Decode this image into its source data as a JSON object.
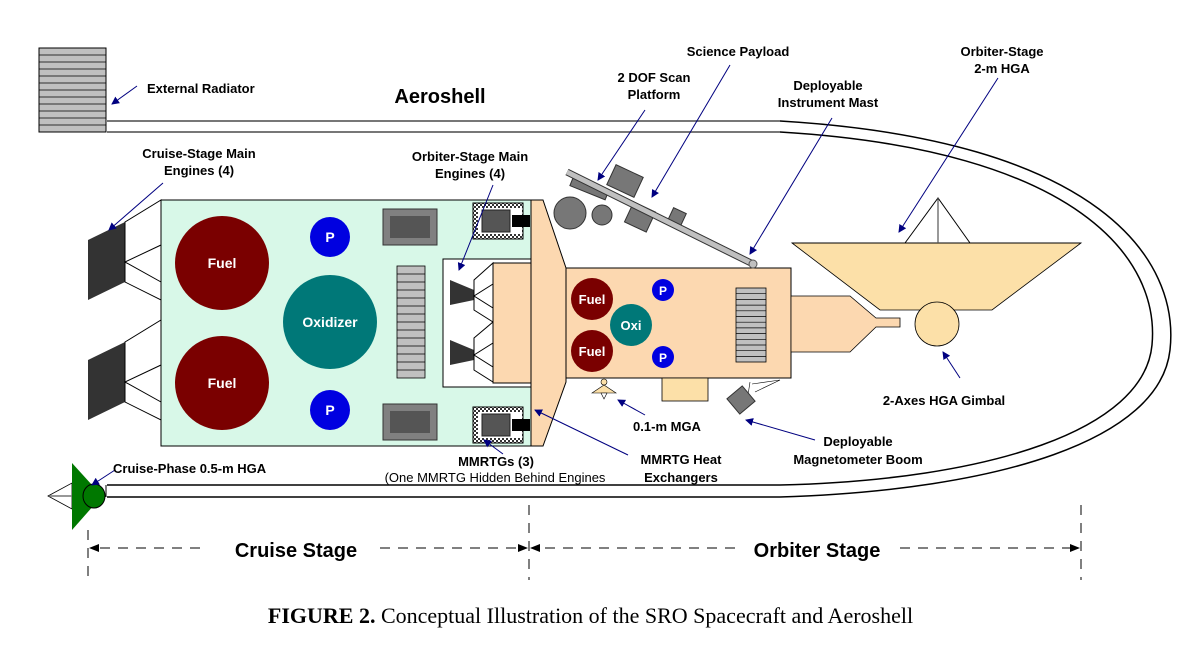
{
  "diagram": {
    "title": "Aeroshell",
    "labels": {
      "external_radiator": "External Radiator",
      "science_payload": "Science Payload",
      "scan_platform": [
        "2 DOF Scan",
        "Platform"
      ],
      "instrument_mast": [
        "Deployable",
        "Instrument Mast"
      ],
      "orbiter_hga": [
        "Orbiter-Stage",
        "2-m HGA"
      ],
      "cruise_engines": [
        "Cruise-Stage Main",
        "Engines (4)"
      ],
      "orbiter_engines": [
        "Orbiter-Stage Main",
        "Engines (4)"
      ],
      "hga_gimbal": "2-Axes HGA Gimbal",
      "mga": "0.1-m MGA",
      "magnetometer": [
        "Deployable",
        "Magnetometer Boom"
      ],
      "heat_exchangers": [
        "MMRTG Heat",
        "Exchangers"
      ],
      "mmrtgs": "MMRTGs (3)",
      "mmrtgs_note": "(One MMRTG Hidden Behind Engines",
      "cruise_hga": "Cruise-Phase 0.5-m HGA"
    },
    "tanks": {
      "fuel": "Fuel",
      "oxidizer": "Oxidizer",
      "oxi_short": "Oxi",
      "pressurant": "P"
    },
    "stages": {
      "cruise": "Cruise Stage",
      "orbiter": "Orbiter Stage"
    },
    "colors": {
      "cruise_body": "#d8f8e8",
      "orbiter_body": "#fcd8b0",
      "hga": "#fce0a8",
      "fuel": "#7a0000",
      "oxidizer": "#007878",
      "pressurant": "#0000e0",
      "arrow": "#000080",
      "cruise_hga": "#007800"
    }
  },
  "caption": {
    "label": "FIGURE 2.",
    "text": " Conceptual Illustration of the SRO Spacecraft and Aeroshell"
  }
}
